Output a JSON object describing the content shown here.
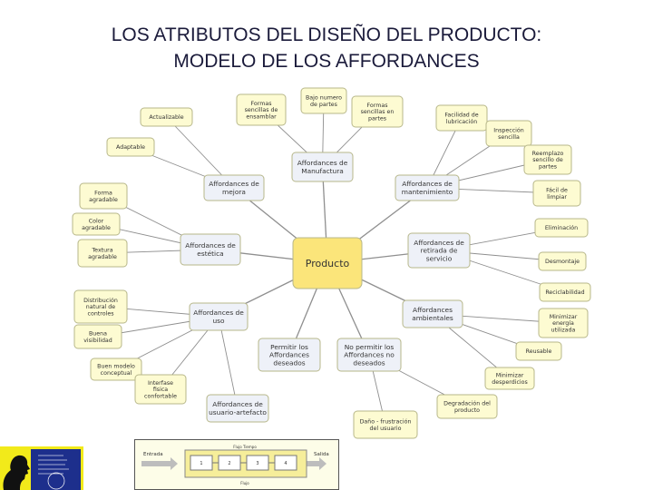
{
  "title": {
    "line1": "LOS ATRIBUTOS DEL DISEÑO DEL PRODUCTO:",
    "line2": "MODELO DE LOS AFFORDANCES"
  },
  "colors": {
    "center_fill": "#fbe57a",
    "hub_fill": "#eef1f8",
    "leaf_fill": "#fdfbd2",
    "edge": "#8f8f8f",
    "title": "#1a1a3a",
    "logo_yellow": "#f2ea1a",
    "logo_blue": "#1d2f8c"
  },
  "nodes": [
    {
      "id": "producto",
      "label": [
        "Producto"
      ],
      "kind": "center"
    },
    {
      "id": "manufactura",
      "label": [
        "Affordances de",
        "Manufactura"
      ],
      "kind": "hub"
    },
    {
      "id": "mejora",
      "label": [
        "Affordances de",
        "mejora"
      ],
      "kind": "hub"
    },
    {
      "id": "mantenimiento",
      "label": [
        "Affordances de",
        "mantenimiento"
      ],
      "kind": "hub"
    },
    {
      "id": "estetica",
      "label": [
        "Affordances de",
        "estética"
      ],
      "kind": "hub"
    },
    {
      "id": "retirada",
      "label": [
        "Affordances de",
        "retirada de",
        "servicio"
      ],
      "kind": "hub"
    },
    {
      "id": "uso",
      "label": [
        "Affordances de",
        "uso"
      ],
      "kind": "hub"
    },
    {
      "id": "ambientales",
      "label": [
        "Affordances",
        "ambientales"
      ],
      "kind": "hub"
    },
    {
      "id": "permitir",
      "label": [
        "Permitir los",
        "Affordances",
        "deseados"
      ],
      "kind": "hub"
    },
    {
      "id": "nopermitir",
      "label": [
        "No permitir los",
        "Affordances no",
        "deseados"
      ],
      "kind": "hub"
    },
    {
      "id": "artefacto",
      "label": [
        "Affordances de",
        "usuario-artefacto"
      ],
      "kind": "hub"
    },
    {
      "id": "formas_ens",
      "label": [
        "Formas",
        "sencillas de",
        "ensamblar"
      ],
      "kind": "leaf"
    },
    {
      "id": "bajo_num",
      "label": [
        "Bajo numero",
        "de partes"
      ],
      "kind": "leaf"
    },
    {
      "id": "formas_partes",
      "label": [
        "Formas",
        "sencillas en",
        "partes"
      ],
      "kind": "leaf"
    },
    {
      "id": "actualizable",
      "label": [
        "Actualizable"
      ],
      "kind": "leaf"
    },
    {
      "id": "adaptable",
      "label": [
        "Adaptable"
      ],
      "kind": "leaf"
    },
    {
      "id": "facilidad",
      "label": [
        "Facilidad de",
        "lubricación"
      ],
      "kind": "leaf"
    },
    {
      "id": "inspeccion",
      "label": [
        "Inspección",
        "sencilla"
      ],
      "kind": "leaf"
    },
    {
      "id": "reemplazo",
      "label": [
        "Reemplazo",
        "sencillo de",
        "partes"
      ],
      "kind": "leaf"
    },
    {
      "id": "facil_limpiar",
      "label": [
        "Fácil de",
        "limpiar"
      ],
      "kind": "leaf"
    },
    {
      "id": "forma_agr",
      "label": [
        "Forma",
        "agradable"
      ],
      "kind": "leaf"
    },
    {
      "id": "color_agr",
      "label": [
        "Color",
        "agradable"
      ],
      "kind": "leaf"
    },
    {
      "id": "textura_agr",
      "label": [
        "Textura",
        "agradable"
      ],
      "kind": "leaf"
    },
    {
      "id": "eliminacion",
      "label": [
        "Eliminación"
      ],
      "kind": "leaf"
    },
    {
      "id": "desmontaje",
      "label": [
        "Desmontaje"
      ],
      "kind": "leaf"
    },
    {
      "id": "reciclabilidad",
      "label": [
        "Reciclabilidad"
      ],
      "kind": "leaf"
    },
    {
      "id": "distribucion",
      "label": [
        "Distribución",
        "natural de",
        "controles"
      ],
      "kind": "leaf"
    },
    {
      "id": "visibilidad",
      "label": [
        "Buena",
        "visibilidad"
      ],
      "kind": "leaf"
    },
    {
      "id": "modelo",
      "label": [
        "Buen modelo",
        "conceptual"
      ],
      "kind": "leaf"
    },
    {
      "id": "interfase",
      "label": [
        "Interfase",
        "fisica",
        "confortable"
      ],
      "kind": "leaf"
    },
    {
      "id": "minimizar_energia",
      "label": [
        "Minimizar",
        "energía",
        "utilizada"
      ],
      "kind": "leaf"
    },
    {
      "id": "reusable",
      "label": [
        "Reusable"
      ],
      "kind": "leaf"
    },
    {
      "id": "minimizar_desp",
      "label": [
        "Minimizar",
        "desperdicios"
      ],
      "kind": "leaf"
    },
    {
      "id": "degradacion",
      "label": [
        "Degradación del",
        "producto"
      ],
      "kind": "leaf"
    },
    {
      "id": "dano",
      "label": [
        "Daño - frustración",
        "del usuario"
      ],
      "kind": "leaf"
    }
  ],
  "edges": [
    [
      "producto",
      "manufactura"
    ],
    [
      "producto",
      "mejora"
    ],
    [
      "producto",
      "mantenimiento"
    ],
    [
      "producto",
      "estetica"
    ],
    [
      "producto",
      "retirada"
    ],
    [
      "producto",
      "uso"
    ],
    [
      "producto",
      "ambientales"
    ],
    [
      "producto",
      "permitir"
    ],
    [
      "producto",
      "nopermitir"
    ],
    [
      "manufactura",
      "formas_ens"
    ],
    [
      "manufactura",
      "bajo_num"
    ],
    [
      "manufactura",
      "formas_partes"
    ],
    [
      "mejora",
      "actualizable"
    ],
    [
      "mejora",
      "adaptable"
    ],
    [
      "mantenimiento",
      "facilidad"
    ],
    [
      "mantenimiento",
      "inspeccion"
    ],
    [
      "mantenimiento",
      "reemplazo"
    ],
    [
      "mantenimiento",
      "facil_limpiar"
    ],
    [
      "estetica",
      "forma_agr"
    ],
    [
      "estetica",
      "color_agr"
    ],
    [
      "estetica",
      "textura_agr"
    ],
    [
      "retirada",
      "eliminacion"
    ],
    [
      "retirada",
      "desmontaje"
    ],
    [
      "retirada",
      "reciclabilidad"
    ],
    [
      "uso",
      "distribucion"
    ],
    [
      "uso",
      "visibilidad"
    ],
    [
      "uso",
      "modelo"
    ],
    [
      "uso",
      "interfase"
    ],
    [
      "uso",
      "artefacto"
    ],
    [
      "ambientales",
      "minimizar_energia"
    ],
    [
      "ambientales",
      "reusable"
    ],
    [
      "ambientales",
      "minimizar_desp"
    ],
    [
      "nopermitir",
      "degradacion"
    ],
    [
      "nopermitir",
      "dano"
    ]
  ],
  "flow": {
    "header": "Flujo Tiempo",
    "input": "Entrada",
    "output": "Salida",
    "steps": [
      "1",
      "2",
      "3",
      "4"
    ],
    "footer": "Flujo"
  },
  "logo_icon": "profile-silhouette-globe"
}
